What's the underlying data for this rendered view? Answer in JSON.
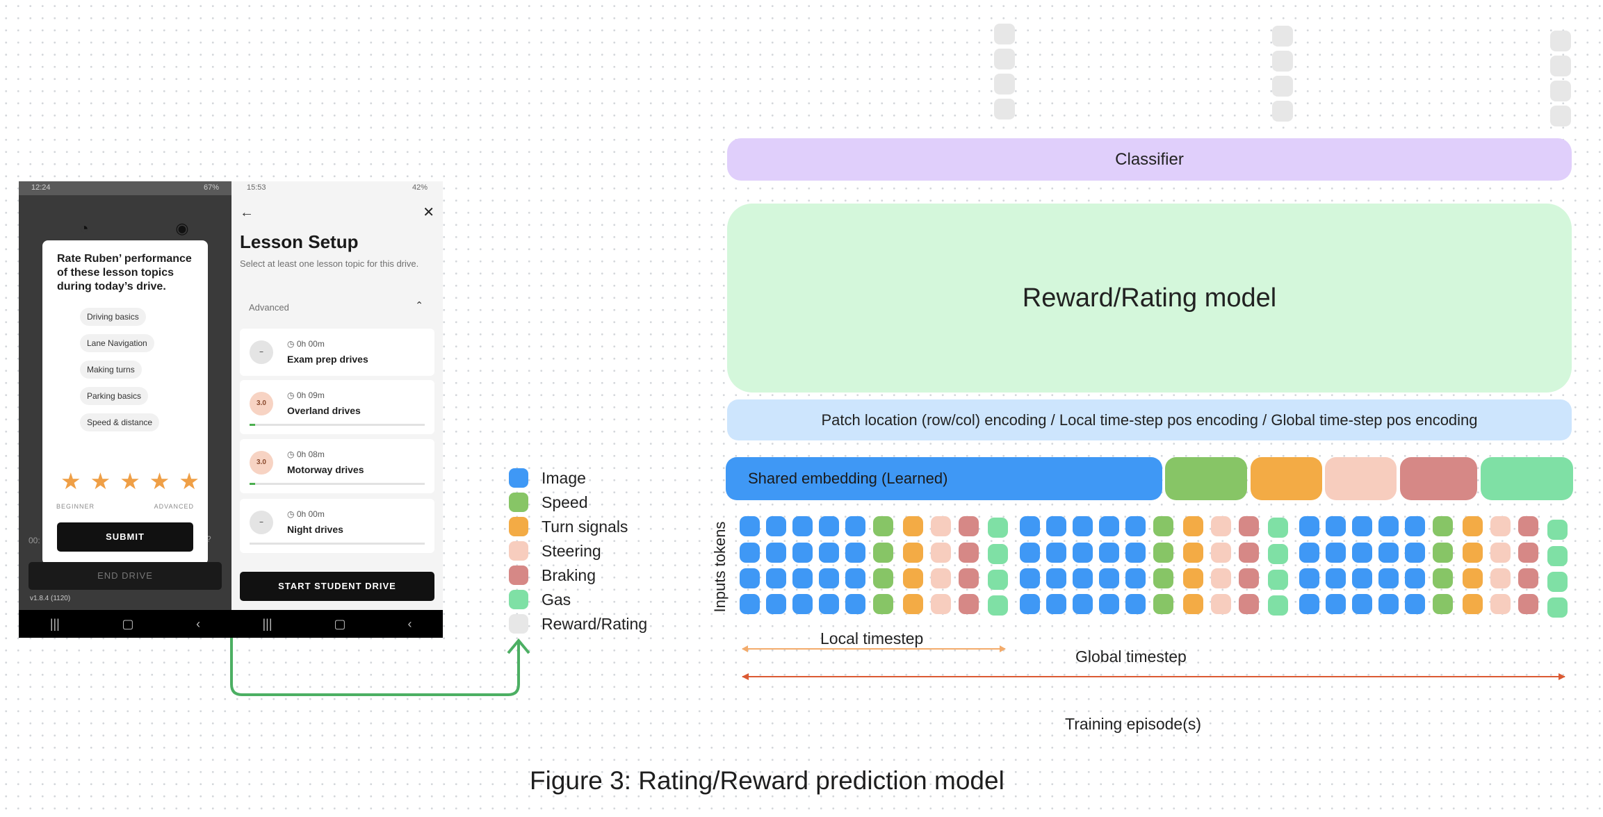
{
  "colors": {
    "image": "#3f98f5",
    "speed": "#87c566",
    "turn_signals": "#f3ab45",
    "steering": "#f7cdbe",
    "braking": "#d68886",
    "gas": "#7fe0a5",
    "reward_rating": "#e7e7e7",
    "classifier_bg": "#e0cffb",
    "reward_model_bg": "#d4f7db",
    "pos_enc_bg": "#cde5fd",
    "arrow_green": "#4caf63",
    "local_arrow": "#f3ab6b",
    "global_arrow": "#db5a33"
  },
  "phone1": {
    "status_time": "12:24",
    "status_battery": "67%",
    "question": "Rate Ruben’ performance of these lesson topics during today’s drive.",
    "topics": [
      "Driving basics",
      "Lane Navigation",
      "Making turns",
      "Parking basics",
      "Speed & distance"
    ],
    "rating_stars": 5,
    "scale_low": "BEGINNER",
    "scale_high": "ADVANCED",
    "submit_label": "SUBMIT",
    "end_drive_label": "END DRIVE",
    "version": "v1.8.4 (1120)"
  },
  "phone2": {
    "status_time": "15:53",
    "status_battery": "42%",
    "title": "Lesson Setup",
    "subtitle": "Select at least one lesson topic for this drive.",
    "section": "Advanced",
    "topics": [
      {
        "duration": "0h 00m",
        "name": "Exam prep drives",
        "badge": "–",
        "progress": 0
      },
      {
        "duration": "0h 09m",
        "name": "Overland drives",
        "badge": "3.0",
        "progress": 0.03
      },
      {
        "duration": "0h 08m",
        "name": "Motorway drives",
        "badge": "3.0",
        "progress": 0.03
      },
      {
        "duration": "0h 00m",
        "name": "Night drives",
        "badge": "–",
        "progress": 0
      }
    ],
    "start_label": "START STUDENT DRIVE"
  },
  "legend": [
    {
      "label": "Image",
      "color": "#3f98f5"
    },
    {
      "label": "Speed",
      "color": "#87c566"
    },
    {
      "label": "Turn signals",
      "color": "#f3ab45"
    },
    {
      "label": "Steering",
      "color": "#f7cdbe"
    },
    {
      "label": "Braking",
      "color": "#d68886"
    },
    {
      "label": "Gas",
      "color": "#7fe0a5"
    },
    {
      "label": "Reward/Rating",
      "color": "#e7e7e7"
    }
  ],
  "diagram": {
    "classifier": "Classifier",
    "reward_model": "Reward/Rating model",
    "pos_encoding": "Patch location (row/col) encoding / Local time-step pos encoding / Global time-step pos encoding",
    "shared_embedding": "Shared embedding (Learned)",
    "inputs_label": "Inputs tokens",
    "local_timestep": "Local timestep",
    "global_timestep": "Global timestep",
    "episodes": "Training episode(s)"
  },
  "caption": "Figure 3: Rating/Reward prediction model"
}
